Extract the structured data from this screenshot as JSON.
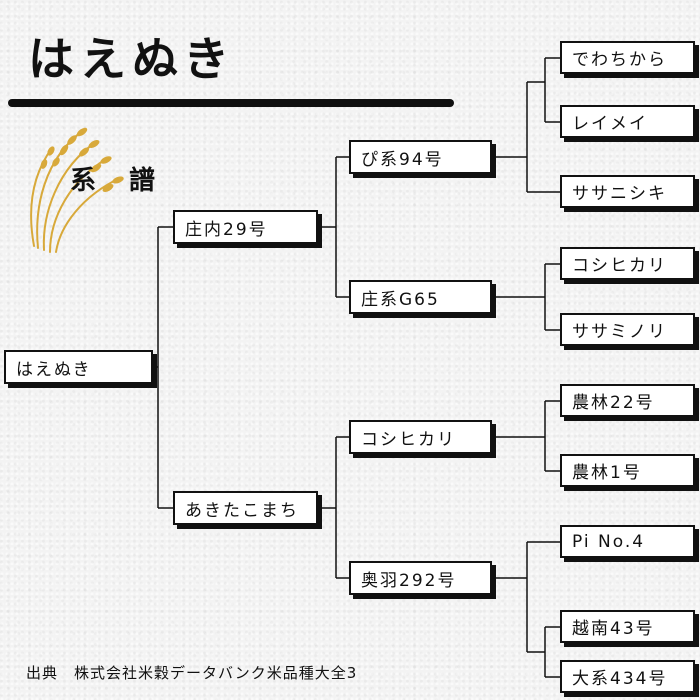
{
  "title": "はえぬき",
  "subtitle": "系 譜",
  "source_note": "出典　株式会社米穀データバンク米品種大全3",
  "tree": {
    "root": "はえぬき",
    "parent_1": {
      "name": "庄内29号",
      "grandparent_1": {
        "name": "ぴ系94号",
        "ancestors": [
          "でわちから",
          "レイメイ",
          "ササニシキ"
        ]
      },
      "grandparent_2": {
        "name": "庄系G65",
        "ancestors": [
          "コシヒカリ",
          "ササミノリ"
        ]
      }
    },
    "parent_2": {
      "name": "あきたこまち",
      "grandparent_1": {
        "name": "コシヒカリ",
        "ancestors": [
          "農林22号",
          "農林1号"
        ]
      },
      "grandparent_2": {
        "name": "奥羽292号",
        "ancestors": [
          "Pi No.4",
          "越南43号",
          "大系434号"
        ]
      }
    }
  },
  "colors": {
    "line": "#111111",
    "box": "#ffffff",
    "rice": "#d8a93a"
  },
  "icons": {
    "emblem": "rice-ear-icon"
  }
}
